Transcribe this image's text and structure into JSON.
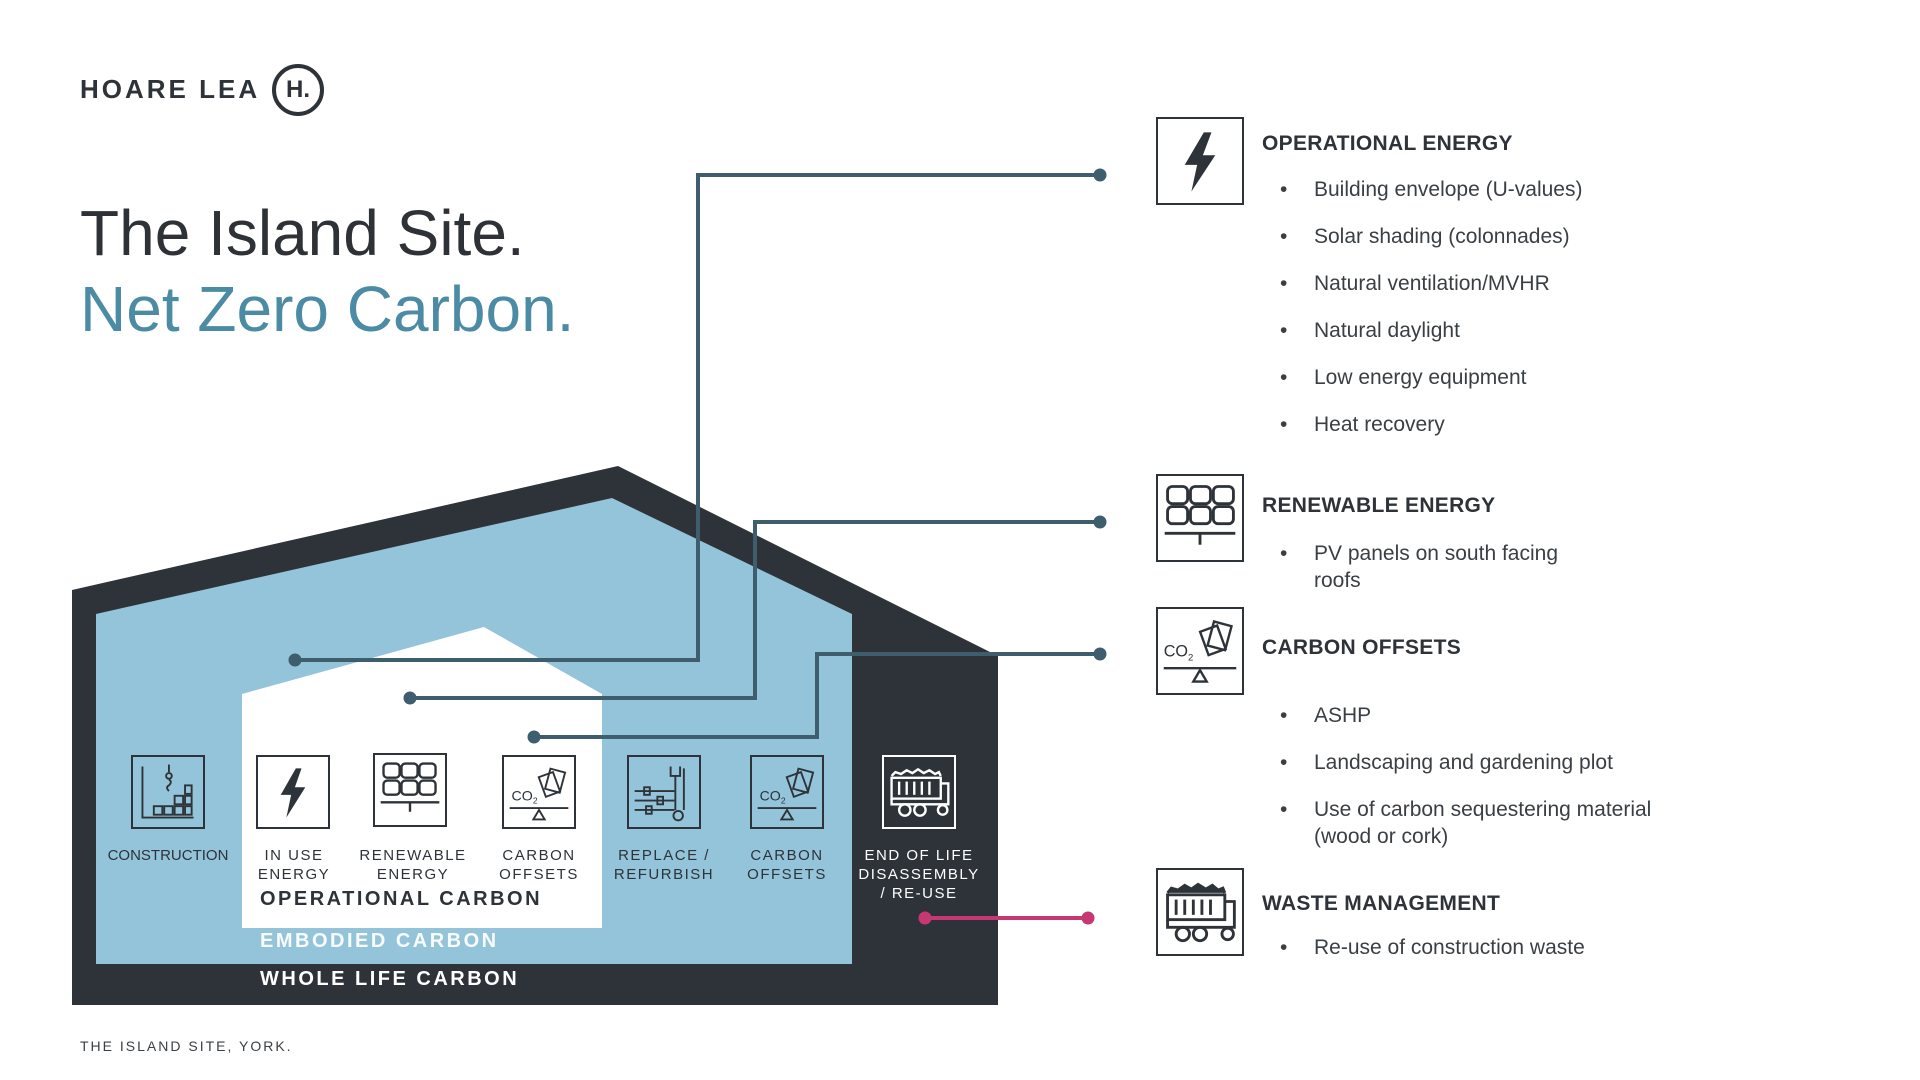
{
  "brand": {
    "name": "HOARE LEA",
    "mark": "H."
  },
  "title": {
    "line1": "The Island Site.",
    "line2": "Net Zero Carbon."
  },
  "footer": "THE ISLAND SITE, YORK.",
  "colors": {
    "dark": "#2d3338",
    "light_blue": "#93c4da",
    "teal_line": "#3e5e6e",
    "waste_line": "#c73872",
    "title_blue": "#4b8ba3"
  },
  "stages": [
    {
      "id": "construction",
      "label": "CONSTRUCTION",
      "icon": "crane-blocks-icon"
    },
    {
      "id": "in-use-energy",
      "label": "IN USE\nENERGY",
      "icon": "lightning-icon"
    },
    {
      "id": "renewable-energy",
      "label": "RENEWABLE\nENERGY",
      "icon": "solar-panel-icon"
    },
    {
      "id": "carbon-offsets-1",
      "label": "CARBON\nOFFSETS",
      "icon": "co2-offset-icon"
    },
    {
      "id": "replace-refurbish",
      "label": "REPLACE /\nREFURBISH",
      "icon": "wrench-sliders-icon"
    },
    {
      "id": "carbon-offsets-2",
      "label": "CARBON\nOFFSETS",
      "icon": "co2-offset-icon"
    },
    {
      "id": "end-of-life",
      "label": "END OF LIFE\nDISASSEMBLY\n/ RE-USE",
      "icon": "truck-icon"
    }
  ],
  "bands": {
    "operational": "OPERATIONAL CARBON",
    "embodied": "EMBODIED CARBON",
    "whole_life": "WHOLE LIFE CARBON"
  },
  "categories": [
    {
      "id": "operational-energy",
      "title": "OPERATIONAL ENERGY",
      "icon": "lightning-icon",
      "items": [
        "Building envelope (U-values)",
        "Solar shading (colonnades)",
        "Natural ventilation/MVHR",
        "Natural daylight",
        "Low energy equipment",
        "Heat recovery"
      ]
    },
    {
      "id": "renewable-energy",
      "title": "RENEWABLE ENERGY",
      "icon": "solar-panel-icon",
      "items": [
        "PV panels on south facing roofs"
      ]
    },
    {
      "id": "carbon-offsets",
      "title": "CARBON OFFSETS",
      "icon": "co2-offset-icon",
      "items": [
        "ASHP",
        "Landscaping and gardening plot",
        "Use of carbon sequestering material (wood or cork)"
      ]
    },
    {
      "id": "waste-management",
      "title": "WASTE MANAGEMENT",
      "icon": "truck-icon",
      "items": [
        "Re-use of construction waste"
      ]
    }
  ]
}
